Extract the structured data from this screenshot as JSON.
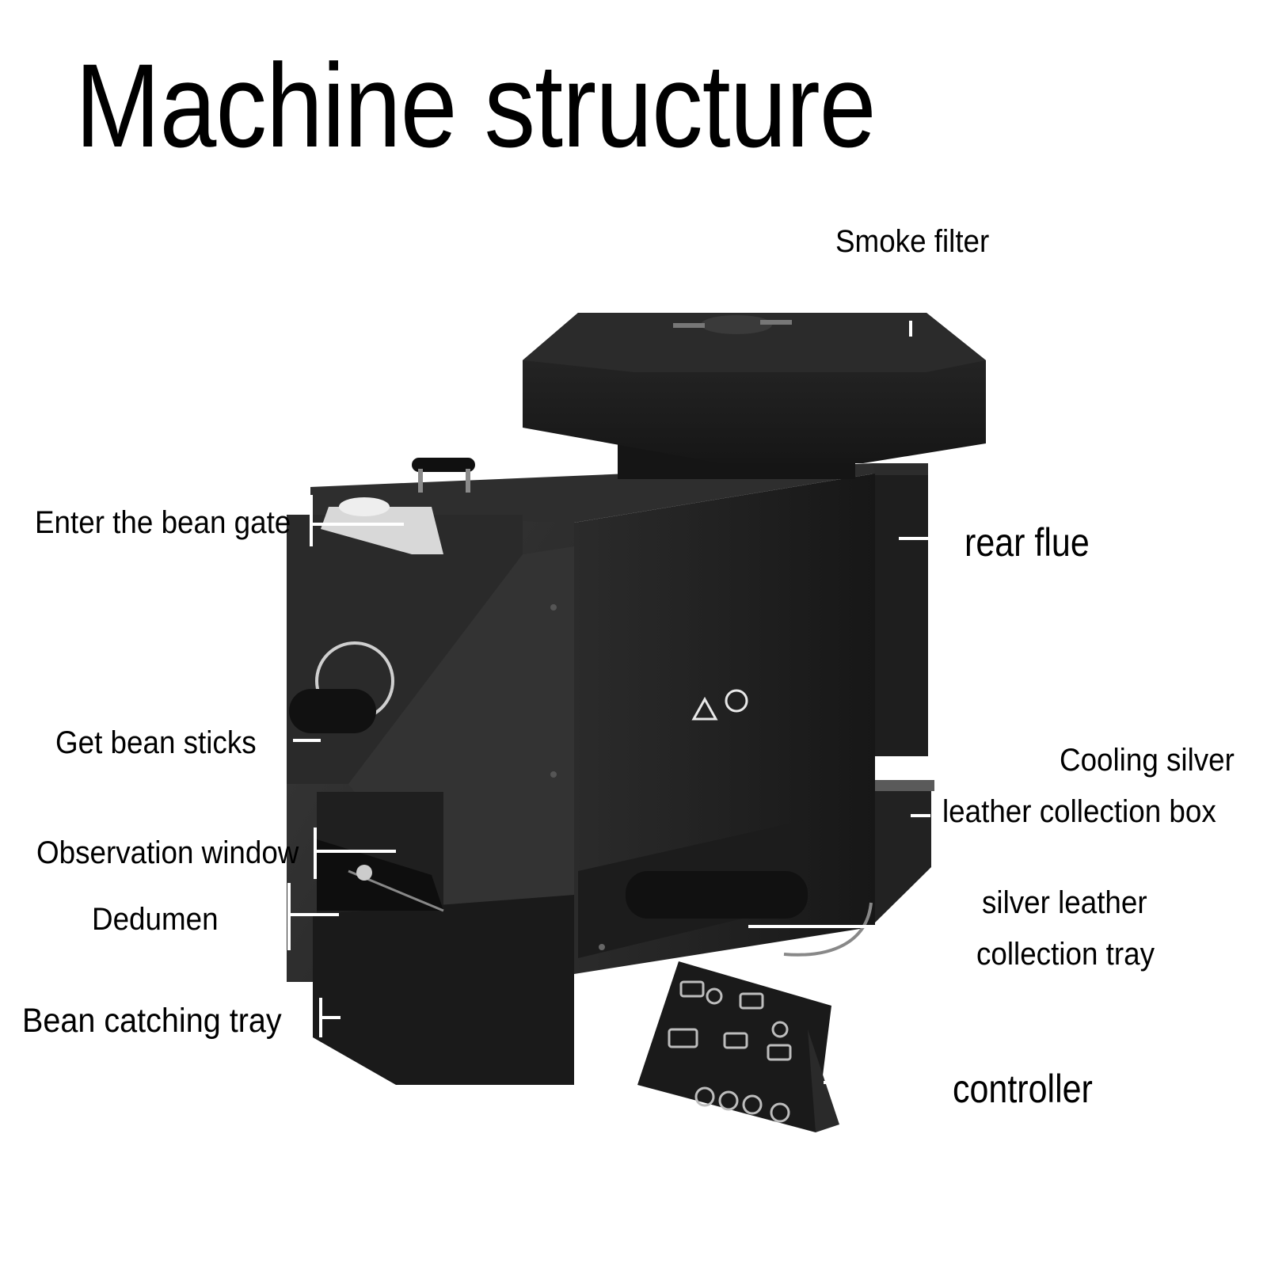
{
  "title": "Machine structure",
  "labels": {
    "smoke_filter": "Smoke filter",
    "rear_flue": "rear flue",
    "enter_bean_gate": "Enter the bean gate",
    "get_bean_sticks": "Get bean sticks",
    "cooling_box_line1": "Cooling silver",
    "cooling_box_line2": "leather collection box",
    "observation_window": "Observation window",
    "dedumen": "Dedumen",
    "silver_tray_line1": "silver leather",
    "silver_tray_line2": "collection tray",
    "bean_catching_tray": "Bean catching tray",
    "controller": "controller"
  },
  "colors": {
    "body_dark": "#1b1b1b",
    "body_mid": "#262626",
    "body_light": "#3a3a3a",
    "leader_line": "#ffffff",
    "text": "#000000",
    "background": "#ffffff"
  },
  "icons": [
    "warning-triangle-icon",
    "hand-caution-icon",
    "power-icon",
    "p-button-icon"
  ]
}
